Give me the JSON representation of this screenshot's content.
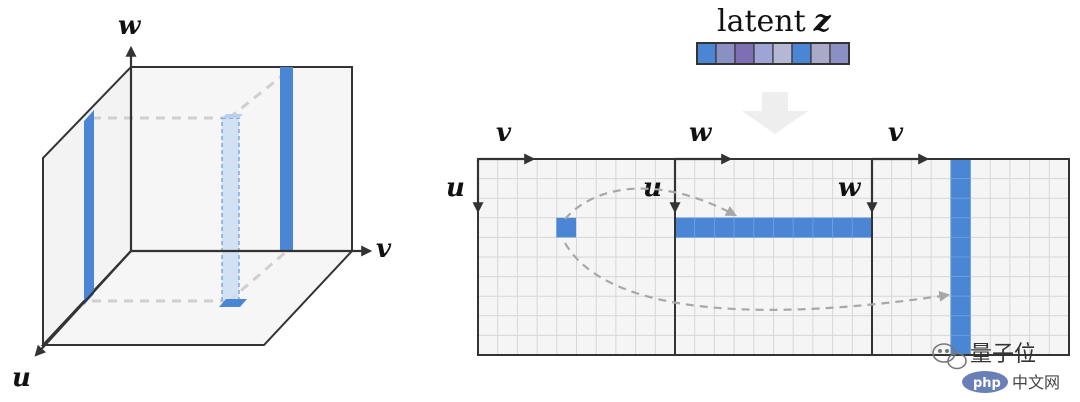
{
  "title": {
    "text": "latent",
    "var": "z"
  },
  "latent_vector": {
    "colors": [
      "#4a86d4",
      "#8a8fc4",
      "#7e6fb4",
      "#9ea4d4",
      "#b4b8d4",
      "#4a86d4",
      "#a9aac8",
      "#8a8fc4"
    ]
  },
  "cube": {
    "axis_labels": {
      "u": "u",
      "v": "v",
      "w": "w"
    }
  },
  "planes": [
    {
      "axis_h": "v",
      "axis_v": "u"
    },
    {
      "axis_h": "w",
      "axis_v": "u"
    },
    {
      "axis_h": "v",
      "axis_v": "w"
    }
  ],
  "watermark": {
    "brand": "量子位",
    "site": "php",
    "site_suffix": "中文网"
  },
  "colors": {
    "accent": "#4a86d4",
    "grid": "#d7d7d7",
    "plane_fill": "#f5f5f5",
    "border": "#333333",
    "dashed": "#a8a8a8"
  }
}
